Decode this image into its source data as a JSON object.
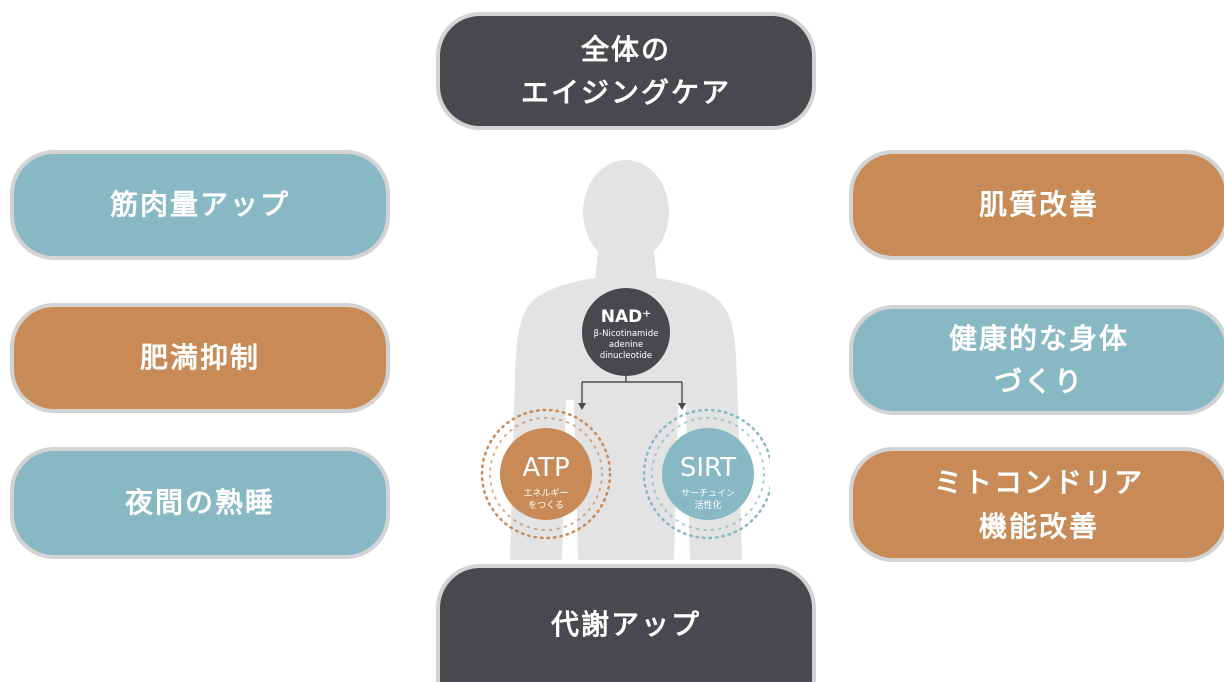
{
  "top": {
    "line1": "全体の",
    "line2": "エイジングケア"
  },
  "bottom": {
    "label": "代謝アップ"
  },
  "left": [
    {
      "label": "筋肉量アップ",
      "color": "#87b8c4"
    },
    {
      "label": "肥満抑制",
      "color": "#c88a56"
    },
    {
      "label": "夜間の熟睡",
      "color": "#87b8c4"
    }
  ],
  "right": [
    {
      "line1": "肌質改善",
      "line2": "",
      "color": "#c88a56"
    },
    {
      "line1": "健康的な身体",
      "line2": "づくり",
      "color": "#87b8c4"
    },
    {
      "line1": "ミトコンドリア",
      "line2": "機能改善",
      "color": "#c88a56"
    }
  ],
  "center": {
    "nad": {
      "title": "NAD⁺",
      "line1": "β-Nicotinamide",
      "line2": "adenine",
      "line3": "dinucleotide"
    },
    "atp": {
      "title": "ATP",
      "line1": "エネルギー",
      "line2": "をつくる",
      "color": "#c88a56"
    },
    "sirt": {
      "title": "SIRT",
      "line1": "サーチュイン",
      "line2": "活性化",
      "color": "#87b8c4"
    }
  },
  "colors": {
    "dark": "#4a484d",
    "blue": "#87b8c4",
    "orange": "#c88a56",
    "silhouette": "#e3e3e3"
  }
}
